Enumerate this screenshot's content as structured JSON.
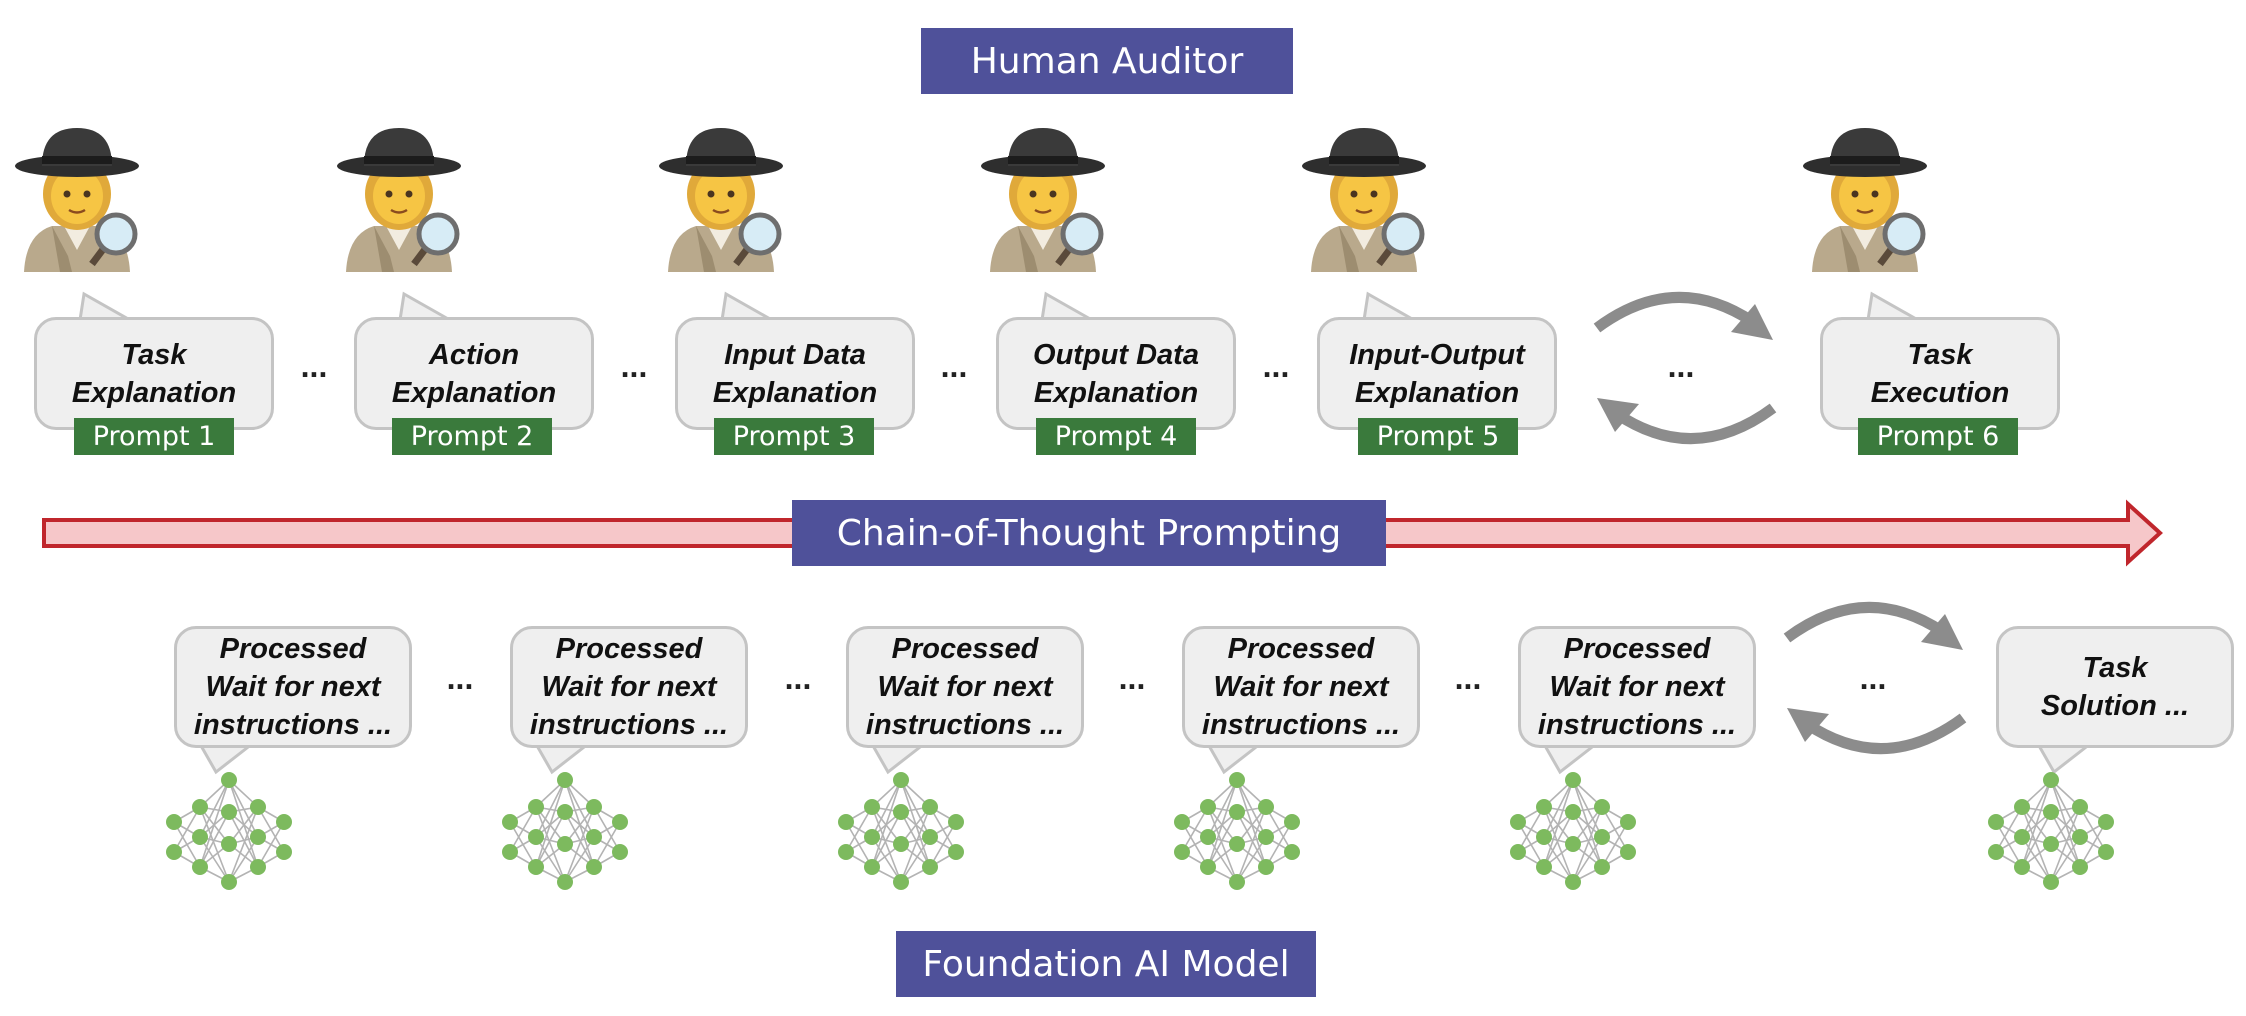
{
  "top_banner": "Human Auditor",
  "middle_banner": "Chain-of-Thought Prompting",
  "bottom_banner": "Foundation AI Model",
  "ellipsis": "...",
  "prompts": [
    {
      "line1": "Task",
      "line2": "Explanation",
      "prompt": "Prompt 1"
    },
    {
      "line1": "Action",
      "line2": "Explanation",
      "prompt": "Prompt 2"
    },
    {
      "line1": "Input Data",
      "line2": "Explanation",
      "prompt": "Prompt 3"
    },
    {
      "line1": "Output Data",
      "line2": "Explanation",
      "prompt": "Prompt 4"
    },
    {
      "line1": "Input-Output",
      "line2": "Explanation",
      "prompt": "Prompt 5"
    },
    {
      "line1": "Task",
      "line2": "Execution",
      "prompt": "Prompt 6"
    }
  ],
  "responses": [
    {
      "line1": "Processed",
      "line2": "Wait for next",
      "line3": "instructions ..."
    },
    {
      "line1": "Processed",
      "line2": "Wait for next",
      "line3": "instructions ..."
    },
    {
      "line1": "Processed",
      "line2": "Wait for next",
      "line3": "instructions ..."
    },
    {
      "line1": "Processed",
      "line2": "Wait for next",
      "line3": "instructions ..."
    },
    {
      "line1": "Processed",
      "line2": "Wait for next",
      "line3": "instructions ..."
    },
    {
      "line1": "Task",
      "line2": "Solution ..."
    }
  ],
  "icons": {
    "auditor": "detective-icon",
    "model": "neural-network-icon",
    "loop": "cycle-arrows-icon"
  },
  "colors": {
    "banner": "#4f519a",
    "prompt_tag": "#3a7a3c",
    "arrow_fill": "#f6c7c9",
    "arrow_stroke": "#c0262c",
    "node": "#7dba5e"
  }
}
